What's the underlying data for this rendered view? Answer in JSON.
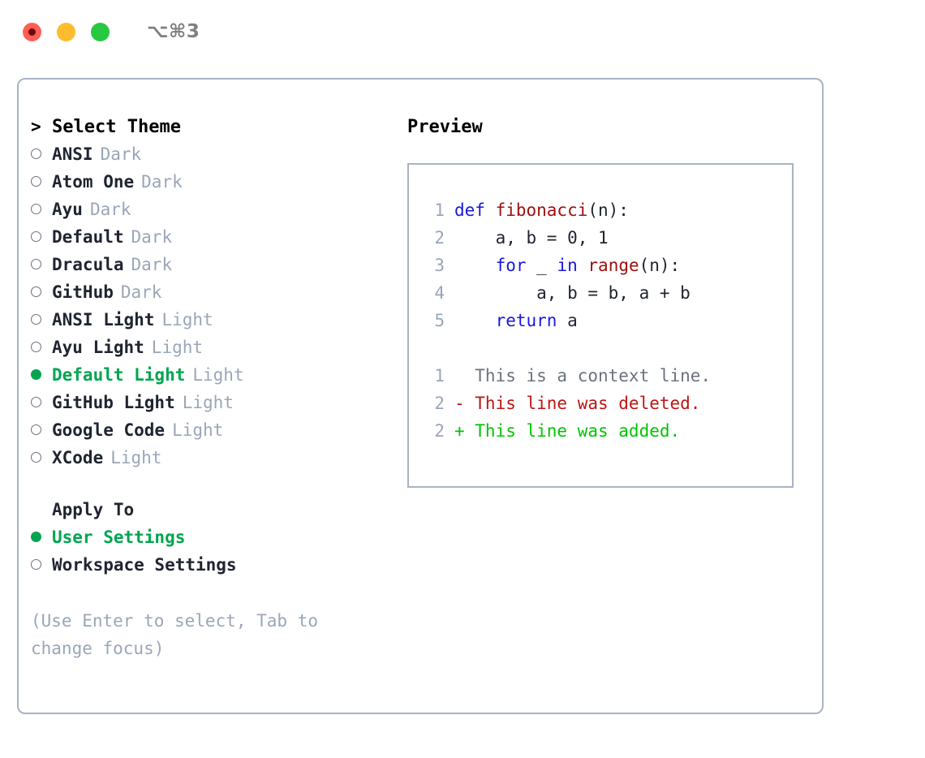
{
  "titlebar": {
    "shortcut": "⌥⌘3",
    "lights": [
      {
        "name": "close-button",
        "color": "#ff5f57"
      },
      {
        "name": "minimize-button",
        "color": "#febc2e"
      },
      {
        "name": "maximize-button",
        "color": "#28c840"
      }
    ]
  },
  "colors": {
    "selected_green": "#00a550",
    "added_green": "#00c400",
    "deleted_red": "#c01414",
    "keyword_blue": "#1818e0",
    "function_red": "#a01010",
    "muted_gray": "#9aa6b8",
    "border": "#a8b3c4"
  },
  "theme_picker": {
    "prompt_marker": ">",
    "header": "Select Theme",
    "items": [
      {
        "label": "ANSI",
        "variant": "Dark",
        "selected": false
      },
      {
        "label": "Atom One",
        "variant": "Dark",
        "selected": false
      },
      {
        "label": "Ayu",
        "variant": "Dark",
        "selected": false
      },
      {
        "label": "Default",
        "variant": "Dark",
        "selected": false
      },
      {
        "label": "Dracula",
        "variant": "Dark",
        "selected": false
      },
      {
        "label": "GitHub",
        "variant": "Dark",
        "selected": false
      },
      {
        "label": "ANSI Light",
        "variant": "Light",
        "selected": false
      },
      {
        "label": "Ayu Light",
        "variant": "Light",
        "selected": false
      },
      {
        "label": "Default Light",
        "variant": "Light",
        "selected": true
      },
      {
        "label": "GitHub Light",
        "variant": "Light",
        "selected": false
      },
      {
        "label": "Google Code",
        "variant": "Light",
        "selected": false
      },
      {
        "label": "XCode",
        "variant": "Light",
        "selected": false
      }
    ]
  },
  "apply_to": {
    "header": "Apply To",
    "items": [
      {
        "label": "User Settings",
        "selected": true
      },
      {
        "label": "Workspace Settings",
        "selected": false
      }
    ]
  },
  "hint": "(Use Enter to select, Tab to change focus)",
  "preview": {
    "title": "Preview",
    "code_lines": [
      {
        "lineno": "1",
        "tokens": [
          {
            "text": "def ",
            "style": "kw"
          },
          {
            "text": "fibonacci",
            "style": "fn"
          },
          {
            "text": "(n):",
            "style": "norm"
          }
        ]
      },
      {
        "lineno": "2",
        "tokens": [
          {
            "text": "    a, b = 0, 1",
            "style": "norm"
          }
        ]
      },
      {
        "lineno": "3",
        "tokens": [
          {
            "text": "    ",
            "style": "norm"
          },
          {
            "text": "for",
            "style": "kw"
          },
          {
            "text": " _ ",
            "style": "norm"
          },
          {
            "text": "in",
            "style": "kw"
          },
          {
            "text": " ",
            "style": "norm"
          },
          {
            "text": "range",
            "style": "fn"
          },
          {
            "text": "(n):",
            "style": "norm"
          }
        ]
      },
      {
        "lineno": "4",
        "tokens": [
          {
            "text": "        a, b = b, a + b",
            "style": "norm"
          }
        ]
      },
      {
        "lineno": "5",
        "tokens": [
          {
            "text": "    ",
            "style": "norm"
          },
          {
            "text": "return",
            "style": "kw"
          },
          {
            "text": " a",
            "style": "norm"
          }
        ]
      }
    ],
    "diff_lines": [
      {
        "lineno": "1",
        "text": "  This is a context line.",
        "style": "ctx"
      },
      {
        "lineno": "2",
        "text": "- This line was deleted.",
        "style": "del"
      },
      {
        "lineno": "2",
        "text": "+ This line was added.",
        "style": "add"
      }
    ]
  }
}
